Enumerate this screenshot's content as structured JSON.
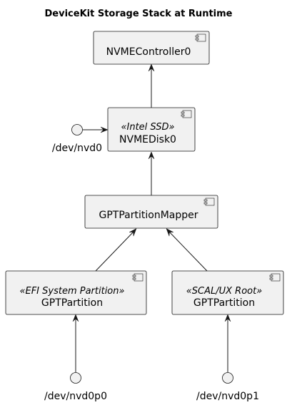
{
  "diagram": {
    "title": "DeviceKit Storage Stack at Runtime",
    "components": {
      "nvme_controller": {
        "name": "NVMEController0",
        "stereotype": ""
      },
      "nvme_disk": {
        "name": "NVMEDisk0",
        "stereotype": "«Intel SSD»"
      },
      "gpt_mapper": {
        "name": "GPTPartitionMapper",
        "stereotype": ""
      },
      "gpt_partition_efi": {
        "name": "GPTPartition",
        "stereotype": "«EFI System Partition»"
      },
      "gpt_partition_root": {
        "name": "GPTPartition",
        "stereotype": "«SCAL/UX Root»"
      }
    },
    "interfaces": {
      "nvd0": {
        "label": "/dev/nvd0"
      },
      "nvd0p0": {
        "label": "/dev/nvd0p0"
      },
      "nvd0p1": {
        "label": "/dev/nvd0p1"
      }
    }
  }
}
